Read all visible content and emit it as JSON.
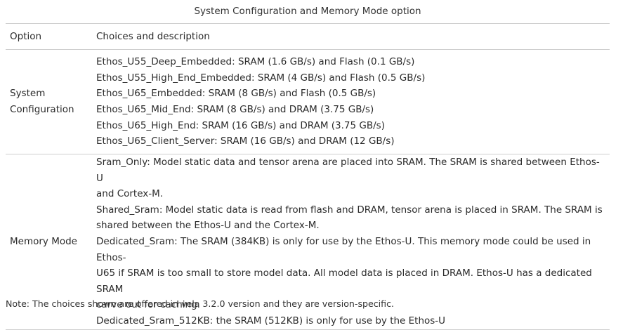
{
  "caption": "System Configuration and Memory Mode option",
  "table": {
    "headers": [
      "Option",
      "Choices and description"
    ],
    "rows": [
      {
        "option_lines": [
          "System",
          "Configuration"
        ],
        "choices": [
          "Ethos_U55_Deep_Embedded: SRAM (1.6 GB/s) and Flash (0.1 GB/s)",
          "Ethos_U55_High_End_Embedded: SRAM (4 GB/s) and Flash (0.5 GB/s)",
          "Ethos_U65_Embedded: SRAM (8 GB/s) and Flash (0.5 GB/s)",
          "Ethos_U65_Mid_End: SRAM (8 GB/s) and DRAM (3.75 GB/s)",
          "Ethos_U65_High_End: SRAM (16 GB/s) and DRAM (3.75 GB/s)",
          "Ethos_U65_Client_Server: SRAM (16 GB/s) and DRAM (12 GB/s)"
        ]
      },
      {
        "option_lines": [
          "Memory Mode"
        ],
        "choices": [
          "Sram_Only: Model static data and tensor arena are placed into SRAM. The SRAM is shared between Ethos-U",
          "and Cortex-M.",
          "Shared_Sram: Model static data is read from flash and DRAM, tensor arena is placed in SRAM. The SRAM is",
          "shared between the Ethos-U and the Cortex-M.",
          "Dedicated_Sram: The SRAM (384KB) is only for use by the Ethos-U. This memory mode could be used in Ethos-",
          "U65 if SRAM is too small to store model data. All model data is placed in DRAM. Ethos-U has a dedicated SRAM",
          "carve out for caching.",
          "Dedicated_Sram_512KB: the SRAM (512KB) is only for use by the Ethos-U"
        ]
      }
    ]
  },
  "note": "Note: The choices shown are offered in vela 3.2.0 version and they are version-specific."
}
